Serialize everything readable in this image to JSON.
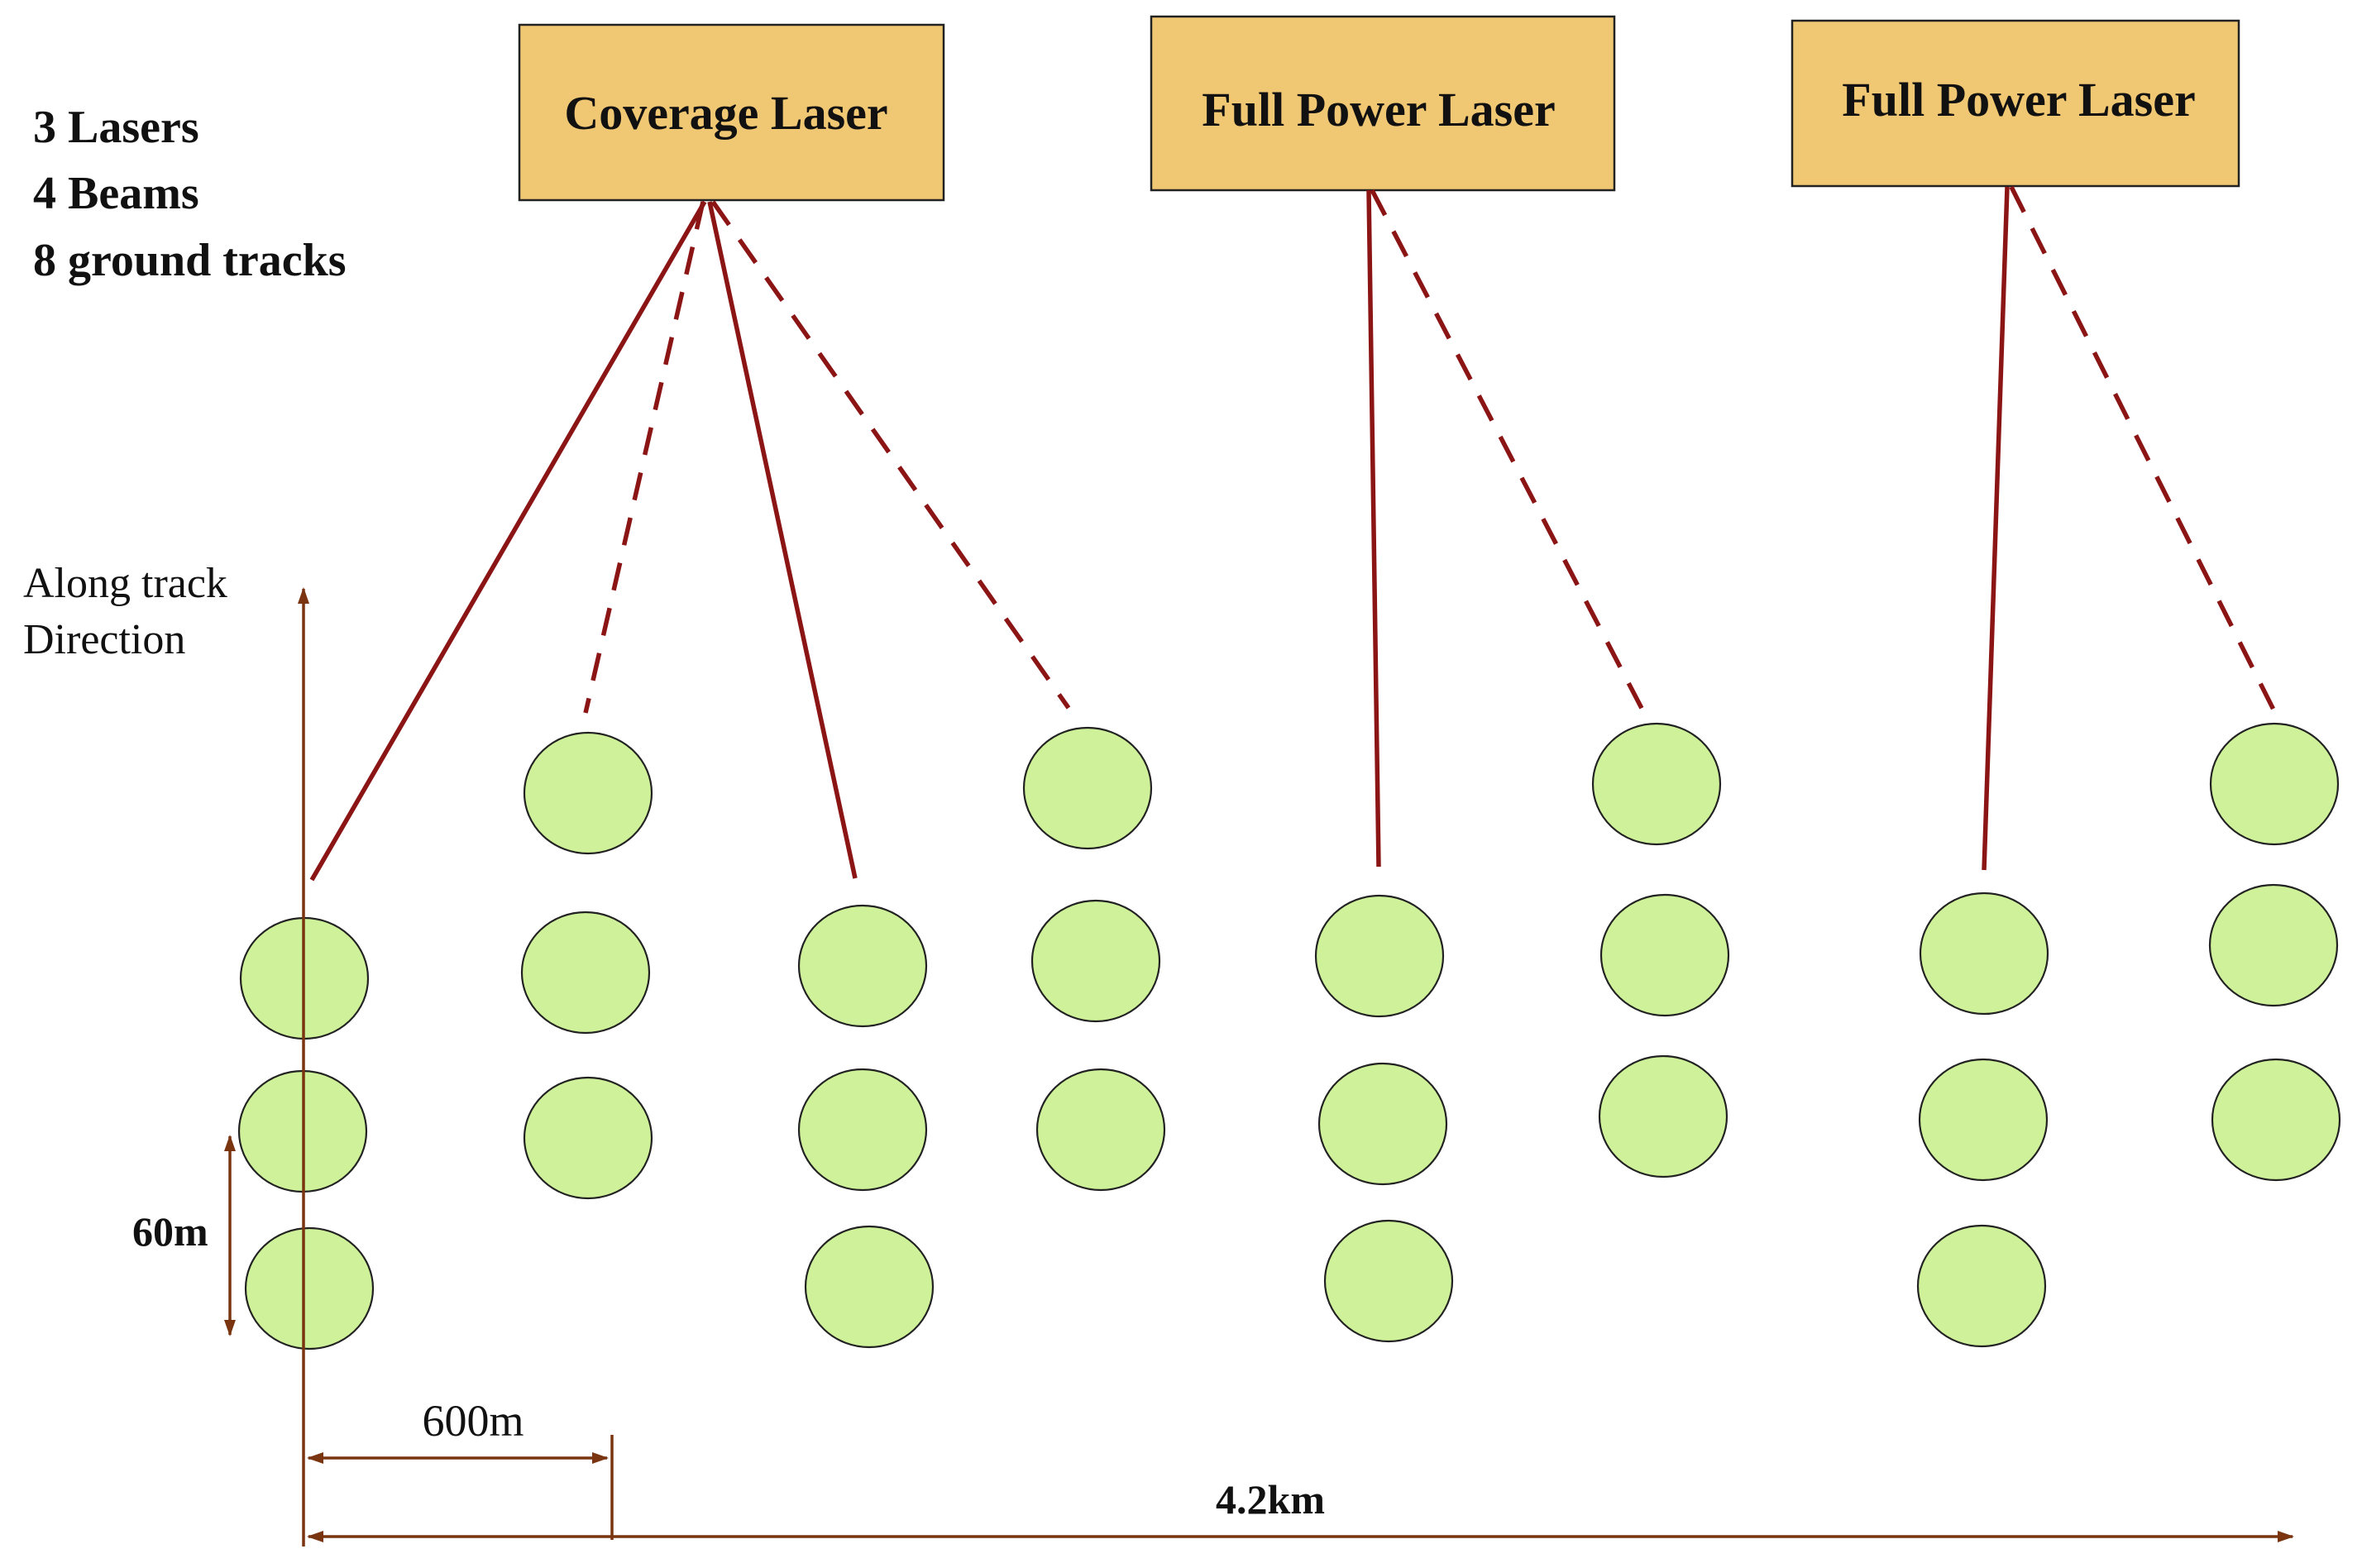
{
  "summary": {
    "lines": [
      "3 Lasers",
      "4 Beams",
      "8 ground tracks"
    ]
  },
  "lasers": [
    {
      "label": "Coverage Laser"
    },
    {
      "label": "Full Power Laser"
    },
    {
      "label": "Full Power Laser"
    }
  ],
  "axis": {
    "along_track_line1": "Along track",
    "along_track_line2": "Direction"
  },
  "dimensions": {
    "spot_spacing": "60m",
    "track_pair_spacing": "600m",
    "total_swath": "4.2km"
  },
  "colors": {
    "laser_box": "#f0c772",
    "spot": "#cff199",
    "beam": "#8b1414",
    "dimension": "#7a3510"
  }
}
